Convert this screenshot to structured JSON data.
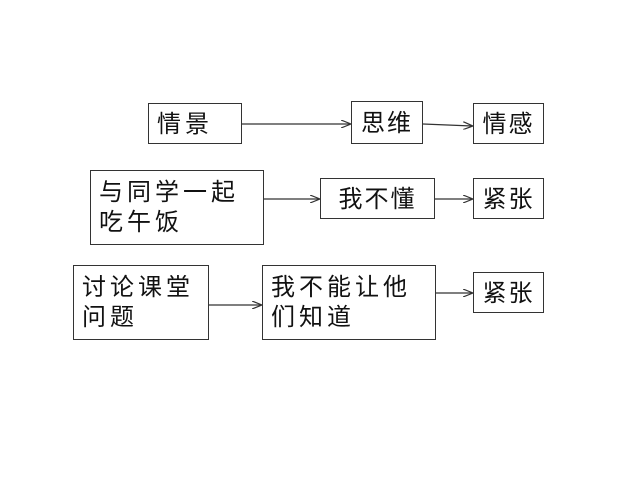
{
  "rows": [
    {
      "source": "情景",
      "middle": "思维",
      "result": "情感"
    },
    {
      "source": "与同学一起吃午饭",
      "middle": "我不懂",
      "result": "紧张"
    },
    {
      "source": "讨论课堂问题",
      "middle": "我不能让他们知道",
      "result": "紧张"
    }
  ]
}
